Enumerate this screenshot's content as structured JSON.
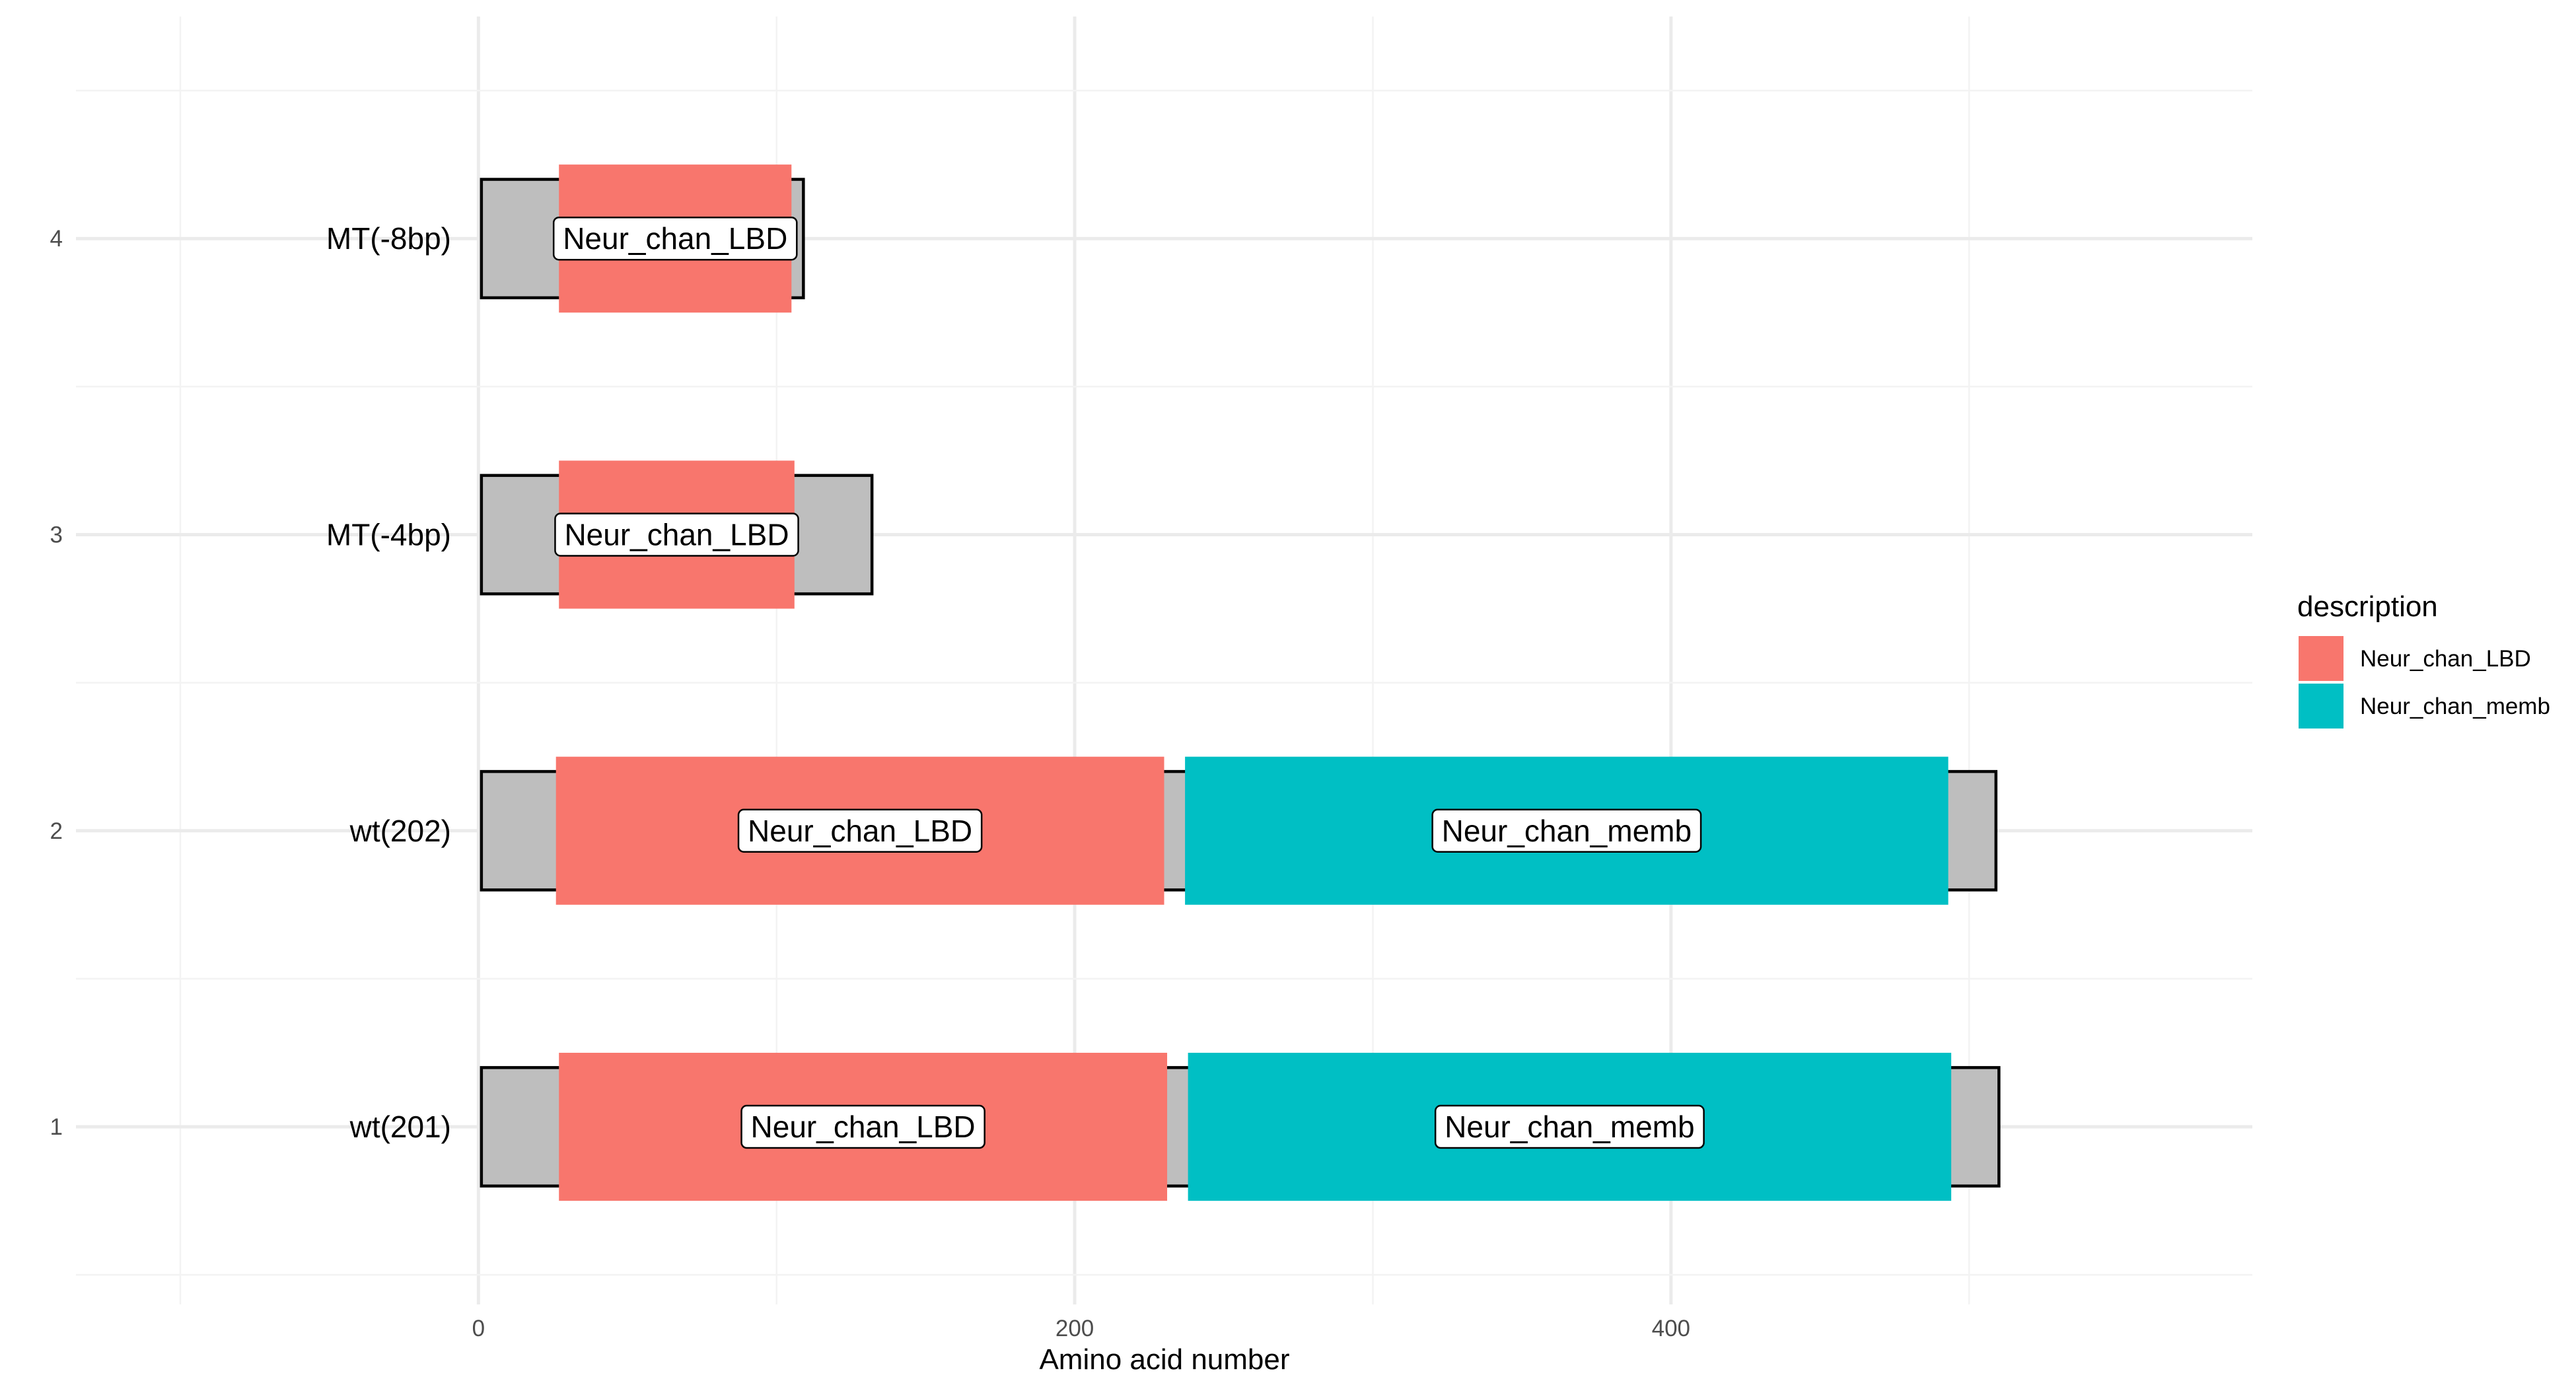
{
  "chart_data": {
    "type": "bar",
    "xlabel": "Amino acid number",
    "ylabel": "",
    "xlim": [
      -135,
      595
    ],
    "ylim": [
      0.4,
      4.75
    ],
    "x_ticks": [
      0,
      200,
      400
    ],
    "y_ticks": [
      1,
      2,
      3,
      4
    ],
    "grid": true,
    "legend": {
      "title": "description",
      "placement": "right"
    },
    "colors": {
      "Neur_chan_LBD": "#F8766D",
      "Neur_chan_memb": "#00BFC4",
      "protein": "#BEBEBE"
    },
    "tracks": [
      {
        "y": 1,
        "label": "wt(201)",
        "start": 1,
        "end": 510,
        "domains": [
          {
            "description": "Neur_chan_LBD",
            "start": 27,
            "end": 231
          },
          {
            "description": "Neur_chan_memb",
            "start": 238,
            "end": 494
          }
        ]
      },
      {
        "y": 2,
        "label": "wt(202)",
        "start": 1,
        "end": 509,
        "domains": [
          {
            "description": "Neur_chan_LBD",
            "start": 26,
            "end": 230
          },
          {
            "description": "Neur_chan_memb",
            "start": 237,
            "end": 493
          }
        ]
      },
      {
        "y": 3,
        "label": "MT(-4bp)",
        "start": 1,
        "end": 132,
        "domains": [
          {
            "description": "Neur_chan_LBD",
            "start": 27,
            "end": 106
          }
        ]
      },
      {
        "y": 4,
        "label": "MT(-8bp)",
        "start": 1,
        "end": 109,
        "domains": [
          {
            "description": "Neur_chan_LBD",
            "start": 27,
            "end": 105
          }
        ]
      }
    ],
    "legend_entries": [
      "Neur_chan_LBD",
      "Neur_chan_memb"
    ]
  }
}
